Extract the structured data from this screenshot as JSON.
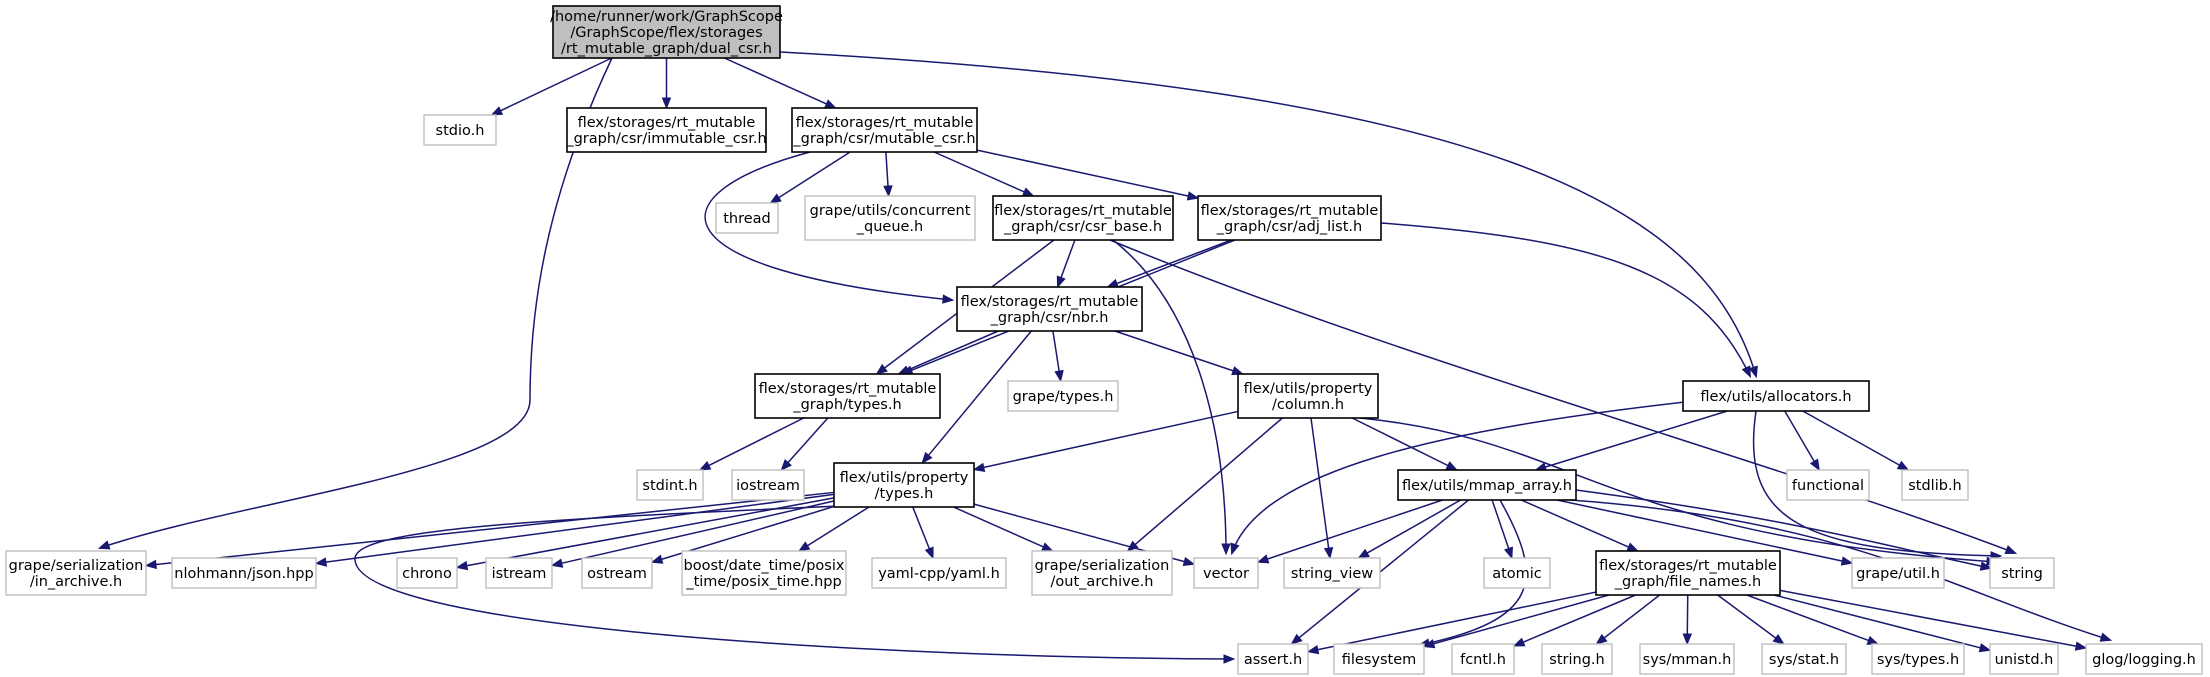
{
  "graph": {
    "colors": {
      "edge": "#191970",
      "root_fill": "#bfbfbf",
      "node_border": "#000000",
      "external_border": "#bfbfbf"
    },
    "nodes": [
      {
        "id": "root",
        "kind": "root",
        "lines": [
          "/home/runner/work/GraphScope",
          "/GraphScope/flex/storages",
          "/rt_mutable_graph/dual_csr.h"
        ]
      },
      {
        "id": "stdio",
        "kind": "ext",
        "lines": [
          "stdio.h"
        ]
      },
      {
        "id": "immutable_csr",
        "kind": "int",
        "lines": [
          "flex/storages/rt_mutable",
          "_graph/csr/immutable_csr.h"
        ]
      },
      {
        "id": "mutable_csr",
        "kind": "int",
        "lines": [
          "flex/storages/rt_mutable",
          "_graph/csr/mutable_csr.h"
        ]
      },
      {
        "id": "thread",
        "kind": "ext",
        "lines": [
          "thread"
        ]
      },
      {
        "id": "concurrent_queue",
        "kind": "ext",
        "lines": [
          "grape/utils/concurrent",
          "_queue.h"
        ]
      },
      {
        "id": "csr_base",
        "kind": "int",
        "lines": [
          "flex/storages/rt_mutable",
          "_graph/csr/csr_base.h"
        ]
      },
      {
        "id": "adj_list",
        "kind": "int",
        "lines": [
          "flex/storages/rt_mutable",
          "_graph/csr/adj_list.h"
        ]
      },
      {
        "id": "nbr",
        "kind": "int",
        "lines": [
          "flex/storages/rt_mutable",
          "_graph/csr/nbr.h"
        ]
      },
      {
        "id": "rm_types",
        "kind": "int",
        "lines": [
          "flex/storages/rt_mutable",
          "_graph/types.h"
        ]
      },
      {
        "id": "grape_types",
        "kind": "ext",
        "lines": [
          "grape/types.h"
        ]
      },
      {
        "id": "column",
        "kind": "int",
        "lines": [
          "flex/utils/property",
          "/column.h"
        ]
      },
      {
        "id": "allocators",
        "kind": "int",
        "lines": [
          "flex/utils/allocators.h"
        ]
      },
      {
        "id": "stdint",
        "kind": "ext",
        "lines": [
          "stdint.h"
        ]
      },
      {
        "id": "iostream",
        "kind": "ext",
        "lines": [
          "iostream"
        ]
      },
      {
        "id": "prop_types",
        "kind": "int",
        "lines": [
          "flex/utils/property",
          "/types.h"
        ]
      },
      {
        "id": "mmap_array",
        "kind": "int",
        "lines": [
          "flex/utils/mmap_array.h"
        ]
      },
      {
        "id": "functional",
        "kind": "ext",
        "lines": [
          "functional"
        ]
      },
      {
        "id": "stdlib",
        "kind": "ext",
        "lines": [
          "stdlib.h"
        ]
      },
      {
        "id": "in_archive",
        "kind": "ext",
        "lines": [
          "grape/serialization",
          "/in_archive.h"
        ]
      },
      {
        "id": "json",
        "kind": "ext",
        "lines": [
          "nlohmann/json.hpp"
        ]
      },
      {
        "id": "chrono",
        "kind": "ext",
        "lines": [
          "chrono"
        ]
      },
      {
        "id": "istream",
        "kind": "ext",
        "lines": [
          "istream"
        ]
      },
      {
        "id": "ostream",
        "kind": "ext",
        "lines": [
          "ostream"
        ]
      },
      {
        "id": "posix_time",
        "kind": "ext",
        "lines": [
          "boost/date_time/posix",
          "_time/posix_time.hpp"
        ]
      },
      {
        "id": "yaml",
        "kind": "ext",
        "lines": [
          "yaml-cpp/yaml.h"
        ]
      },
      {
        "id": "out_archive",
        "kind": "ext",
        "lines": [
          "grape/serialization",
          "/out_archive.h"
        ]
      },
      {
        "id": "vector",
        "kind": "ext",
        "lines": [
          "vector"
        ]
      },
      {
        "id": "string_view",
        "kind": "ext",
        "lines": [
          "string_view"
        ]
      },
      {
        "id": "atomic",
        "kind": "ext",
        "lines": [
          "atomic"
        ]
      },
      {
        "id": "file_names",
        "kind": "int",
        "lines": [
          "flex/storages/rt_mutable",
          "_graph/file_names.h"
        ]
      },
      {
        "id": "grape_util",
        "kind": "ext",
        "lines": [
          "grape/util.h"
        ]
      },
      {
        "id": "string",
        "kind": "ext",
        "lines": [
          "string"
        ]
      },
      {
        "id": "assert",
        "kind": "ext",
        "lines": [
          "assert.h"
        ]
      },
      {
        "id": "filesystem",
        "kind": "ext",
        "lines": [
          "filesystem"
        ]
      },
      {
        "id": "fcntl",
        "kind": "ext",
        "lines": [
          "fcntl.h"
        ]
      },
      {
        "id": "string_h",
        "kind": "ext",
        "lines": [
          "string.h"
        ]
      },
      {
        "id": "sys_mman",
        "kind": "ext",
        "lines": [
          "sys/mman.h"
        ]
      },
      {
        "id": "sys_stat",
        "kind": "ext",
        "lines": [
          "sys/stat.h"
        ]
      },
      {
        "id": "sys_types",
        "kind": "ext",
        "lines": [
          "sys/types.h"
        ]
      },
      {
        "id": "unistd",
        "kind": "ext",
        "lines": [
          "unistd.h"
        ]
      },
      {
        "id": "glog",
        "kind": "ext",
        "lines": [
          "glog/logging.h"
        ]
      }
    ],
    "edges": [
      [
        "root",
        "stdio"
      ],
      [
        "root",
        "immutable_csr"
      ],
      [
        "root",
        "mutable_csr"
      ],
      [
        "root",
        "allocators"
      ],
      [
        "root",
        "in_archive"
      ],
      [
        "mutable_csr",
        "thread"
      ],
      [
        "mutable_csr",
        "concurrent_queue"
      ],
      [
        "mutable_csr",
        "csr_base"
      ],
      [
        "mutable_csr",
        "adj_list"
      ],
      [
        "mutable_csr",
        "nbr"
      ],
      [
        "csr_base",
        "nbr"
      ],
      [
        "csr_base",
        "rm_types"
      ],
      [
        "csr_base",
        "vector"
      ],
      [
        "csr_base",
        "string"
      ],
      [
        "adj_list",
        "nbr"
      ],
      [
        "adj_list",
        "rm_types"
      ],
      [
        "adj_list",
        "allocators"
      ],
      [
        "nbr",
        "rm_types"
      ],
      [
        "nbr",
        "grape_types"
      ],
      [
        "nbr",
        "column"
      ],
      [
        "nbr",
        "prop_types"
      ],
      [
        "rm_types",
        "stdint"
      ],
      [
        "rm_types",
        "iostream"
      ],
      [
        "column",
        "prop_types"
      ],
      [
        "column",
        "mmap_array"
      ],
      [
        "column",
        "out_archive"
      ],
      [
        "column",
        "string_view"
      ],
      [
        "column",
        "string"
      ],
      [
        "allocators",
        "mmap_array"
      ],
      [
        "allocators",
        "functional"
      ],
      [
        "allocators",
        "stdlib"
      ],
      [
        "allocators",
        "vector"
      ],
      [
        "allocators",
        "string"
      ],
      [
        "prop_types",
        "in_archive"
      ],
      [
        "prop_types",
        "json"
      ],
      [
        "prop_types",
        "chrono"
      ],
      [
        "prop_types",
        "istream"
      ],
      [
        "prop_types",
        "ostream"
      ],
      [
        "prop_types",
        "posix_time"
      ],
      [
        "prop_types",
        "yaml"
      ],
      [
        "prop_types",
        "out_archive"
      ],
      [
        "prop_types",
        "vector"
      ],
      [
        "prop_types",
        "assert"
      ],
      [
        "mmap_array",
        "vector"
      ],
      [
        "mmap_array",
        "string_view"
      ],
      [
        "mmap_array",
        "atomic"
      ],
      [
        "mmap_array",
        "file_names"
      ],
      [
        "mmap_array",
        "grape_util"
      ],
      [
        "mmap_array",
        "string"
      ],
      [
        "mmap_array",
        "assert"
      ],
      [
        "mmap_array",
        "filesystem"
      ],
      [
        "mmap_array",
        "glog"
      ],
      [
        "file_names",
        "assert"
      ],
      [
        "file_names",
        "filesystem"
      ],
      [
        "file_names",
        "fcntl"
      ],
      [
        "file_names",
        "string_h"
      ],
      [
        "file_names",
        "sys_mman"
      ],
      [
        "file_names",
        "sys_stat"
      ],
      [
        "file_names",
        "sys_types"
      ],
      [
        "file_names",
        "unistd"
      ],
      [
        "file_names",
        "glog"
      ]
    ]
  }
}
